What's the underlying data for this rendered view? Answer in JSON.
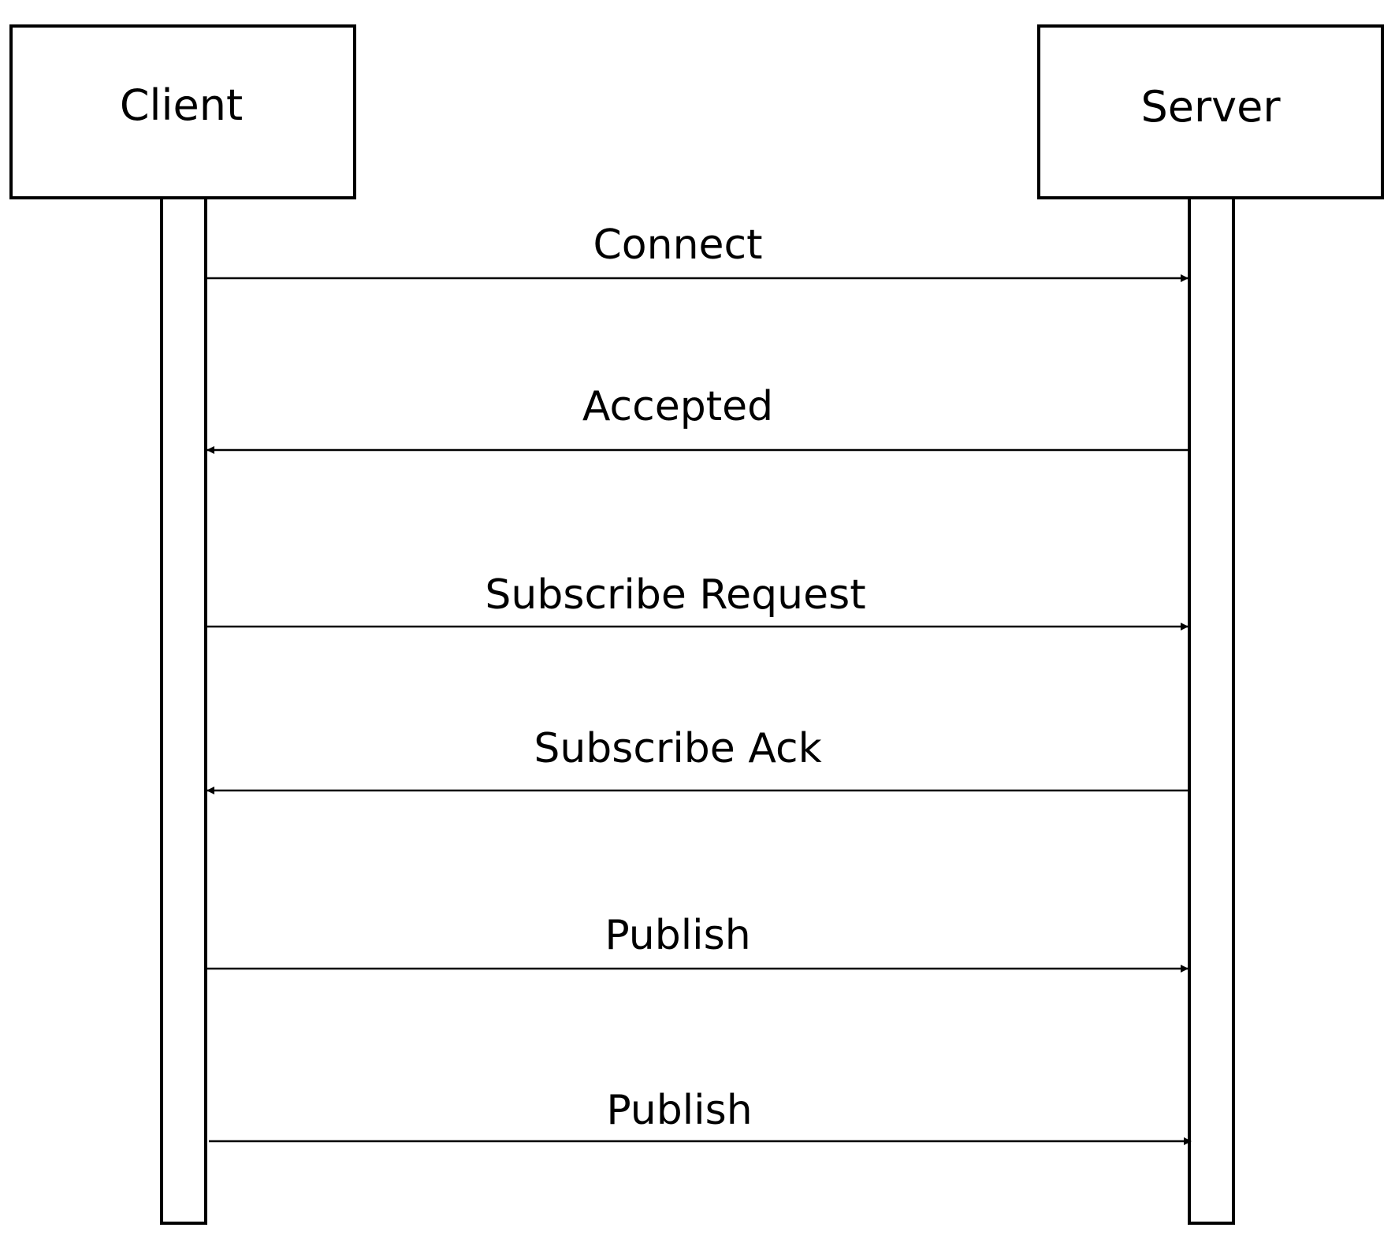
{
  "participants": {
    "client": {
      "label": "Client"
    },
    "server": {
      "label": "Server"
    }
  },
  "messages": [
    {
      "label": "Connect",
      "direction": "client-to-server"
    },
    {
      "label": "Accepted",
      "direction": "server-to-client"
    },
    {
      "label": "Subscribe Request",
      "direction": "client-to-server"
    },
    {
      "label": "Subscribe Ack",
      "direction": "server-to-client"
    },
    {
      "label": "Publish",
      "direction": "client-to-server"
    },
    {
      "label": "Publish",
      "direction": "client-to-server"
    }
  ]
}
